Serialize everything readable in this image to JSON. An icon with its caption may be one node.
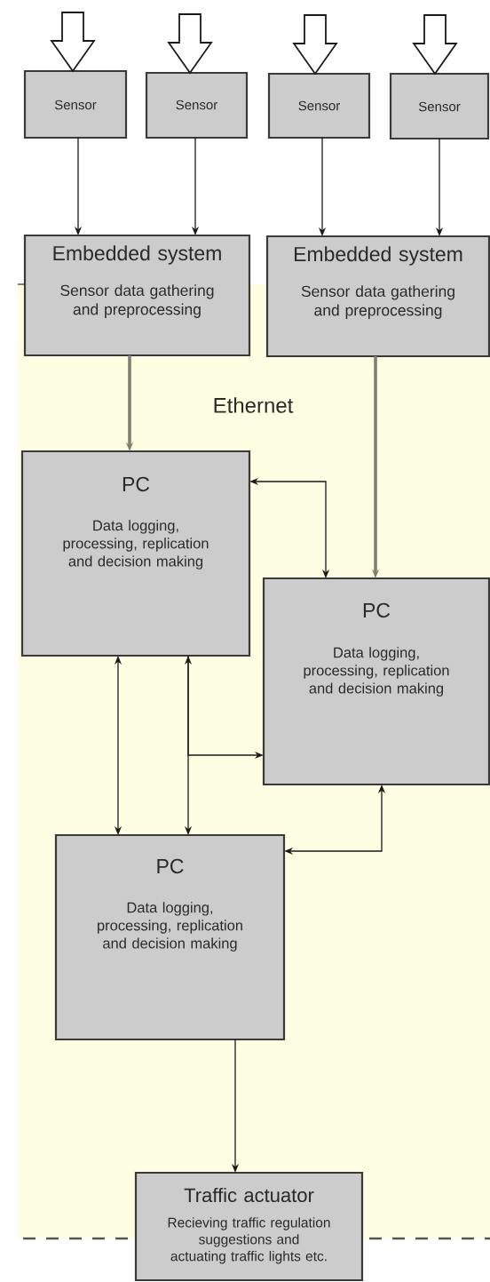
{
  "diagram": {
    "nodes": [
      {
        "text": [
          "Sensor"
        ]
      },
      {
        "text": [
          "Sensor"
        ]
      },
      {
        "text": [
          "Sensor"
        ]
      },
      {
        "text": [
          "Sensor"
        ]
      },
      {
        "text": [
          "Embedded system",
          "Sensor data gathering and preprocessing"
        ]
      },
      {
        "text": [
          "Embedded system",
          "Sensor data gathering and preprocessing"
        ]
      },
      {
        "text": [
          "Ethernet"
        ]
      },
      {
        "text": [
          "PC",
          "Data logging, processing, replication and decision making"
        ],
        "in": 6
      },
      {
        "text": [
          "PC",
          "Data logging, processing, replication and decision making"
        ],
        "in": 6
      },
      {
        "text": [
          "PC",
          "Data logging, processing, replication and decision making"
        ],
        "in": 6
      },
      {
        "text": [
          "Traffic actuator",
          "Recieving traffic regulation suggestions and actuating traffic lights etc."
        ]
      }
    ],
    "edges": [
      {
        "from": null,
        "to": 0,
        "arrow": "to"
      },
      {
        "from": null,
        "to": 1,
        "arrow": "to"
      },
      {
        "from": null,
        "to": 2,
        "arrow": "to"
      },
      {
        "from": null,
        "to": 3,
        "arrow": "to"
      },
      {
        "from": 0,
        "to": 4,
        "arrow": "to"
      },
      {
        "from": 1,
        "to": 4,
        "arrow": "to"
      },
      {
        "from": 2,
        "to": 5,
        "arrow": "to"
      },
      {
        "from": 3,
        "to": 5,
        "arrow": "to"
      },
      {
        "from": 4,
        "to": 7,
        "arrow": "to",
        "style": "thick",
        "color": "#80806e"
      },
      {
        "from": 5,
        "to": 8,
        "arrow": "to",
        "style": "thick",
        "color": "#80806e"
      },
      {
        "from": 7,
        "to": 8,
        "arrow": "both"
      },
      {
        "from": 7,
        "to": 9,
        "arrow": "both"
      },
      {
        "from": 7,
        "to": 9,
        "arrow": "both"
      },
      {
        "from": 7,
        "to": 8,
        "arrow": "to"
      },
      {
        "from": 8,
        "to": 9,
        "arrow": "both"
      },
      {
        "from": 9,
        "to": 10,
        "arrow": "to"
      }
    ]
  }
}
